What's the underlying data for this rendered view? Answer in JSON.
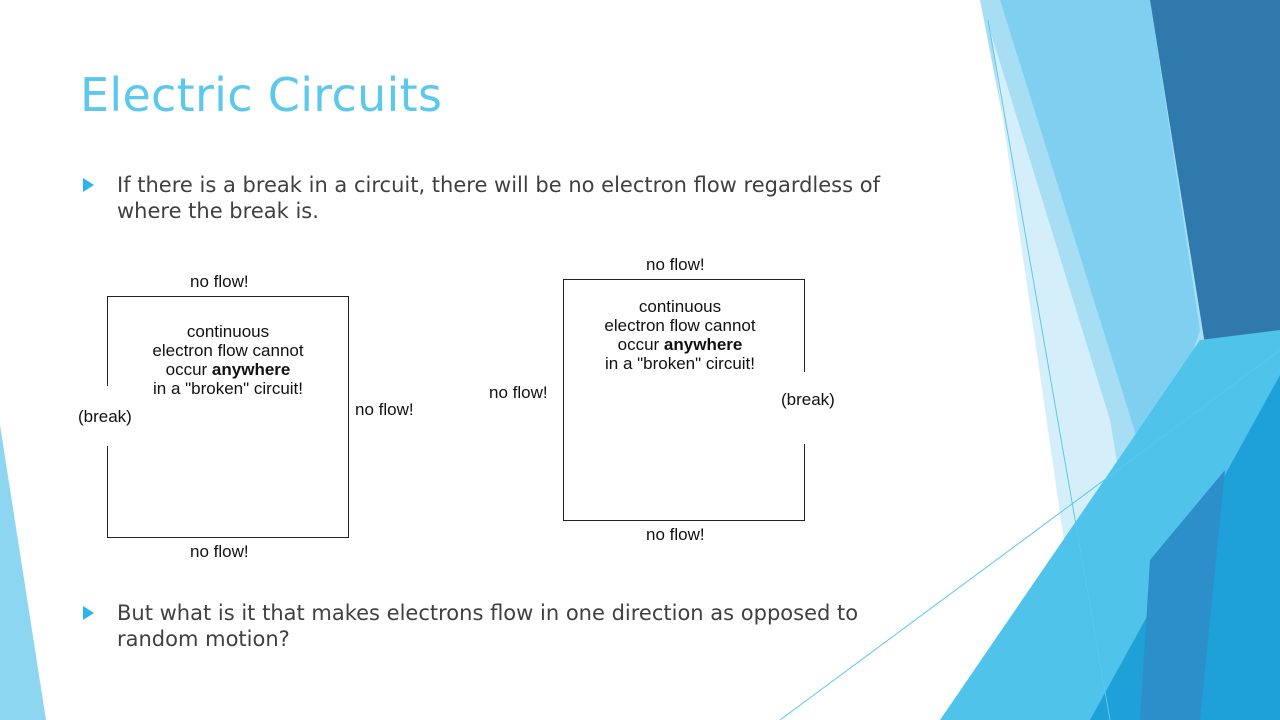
{
  "slide": {
    "title": "Electric Circuits",
    "bullets": [
      "If there is a break in a circuit, there will be no electron flow regardless of where the break is.",
      "But what is it that makes electrons flow in one direction as opposed to random motion?"
    ]
  },
  "diagram_left": {
    "top_label": "no flow!",
    "bottom_label": "no flow!",
    "side_label": "no flow!",
    "break_label": "(break)",
    "text_line1": "continuous",
    "text_line2": "electron flow cannot",
    "text_line3_pre": "occur ",
    "text_line3_bold": "anywhere",
    "text_line4": "in a \"broken\" circuit!"
  },
  "diagram_right": {
    "top_label": "no flow!",
    "bottom_label": "no flow!",
    "side_label": "no flow!",
    "break_label": "(break)",
    "text_line1": "continuous",
    "text_line2": "electron flow cannot",
    "text_line3_pre": "occur ",
    "text_line3_bold": "anywhere",
    "text_line4": "in a \"broken\" circuit!"
  },
  "theme": {
    "title_color": "#5bc8ec",
    "bullet_color": "#2cb5e8",
    "text_color": "#404040"
  }
}
